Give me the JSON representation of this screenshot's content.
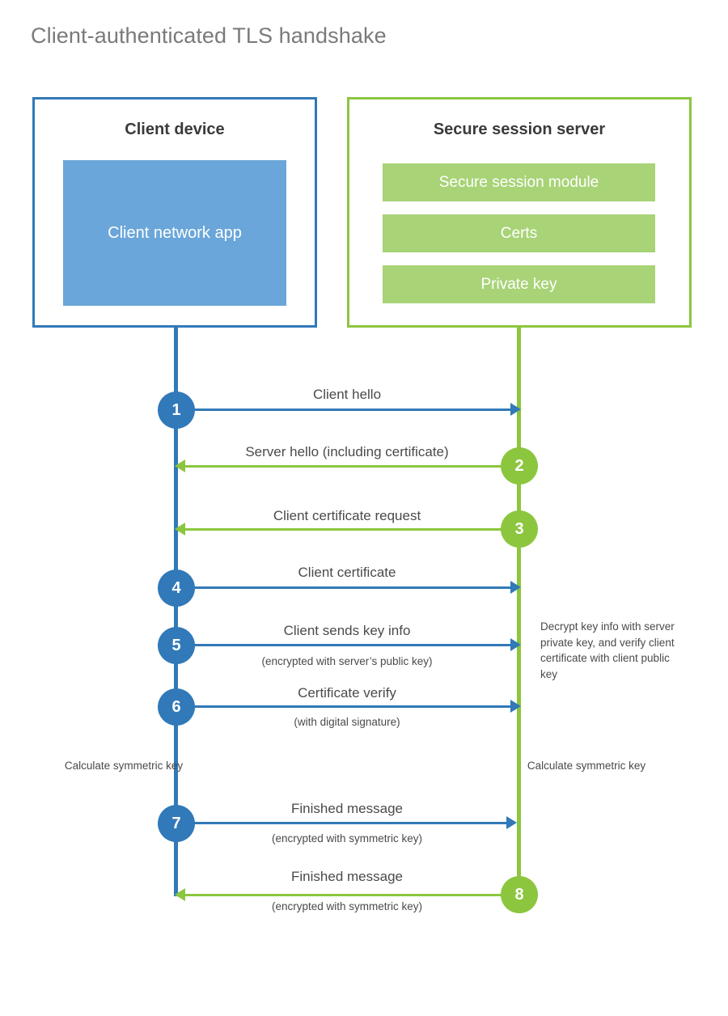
{
  "title": "Client-authenticated TLS handshake",
  "colors": {
    "client_blue": "#3179b8",
    "client_app_fill": "#6aa6d9",
    "server_green": "#8cc63e",
    "server_block_fill": "#a8d377",
    "title_gray": "#7a7a7a",
    "text_gray": "#4a4a4a"
  },
  "parties": {
    "client": {
      "title": "Client device",
      "app_label": "Client network app"
    },
    "server": {
      "title": "Secure session server",
      "blocks": [
        {
          "label": "Secure session module"
        },
        {
          "label": "Certs"
        },
        {
          "label": "Private key"
        }
      ]
    }
  },
  "steps": [
    {
      "number": "1",
      "label": "Client hello",
      "sublabel": "",
      "direction": "client-to-server",
      "color": "blue"
    },
    {
      "number": "2",
      "label": "Server hello (including certificate)",
      "sublabel": "",
      "direction": "server-to-client",
      "color": "green"
    },
    {
      "number": "3",
      "label": "Client certificate request",
      "sublabel": "",
      "direction": "server-to-client",
      "color": "green"
    },
    {
      "number": "4",
      "label": "Client certificate",
      "sublabel": "",
      "direction": "client-to-server",
      "color": "blue"
    },
    {
      "number": "5",
      "label": "Client sends key info",
      "sublabel": "(encrypted with server’s public key)",
      "direction": "client-to-server",
      "color": "blue"
    },
    {
      "number": "6",
      "label": "Certificate verify",
      "sublabel": "(with digital signature)",
      "direction": "client-to-server",
      "color": "blue"
    },
    {
      "number": "7",
      "label": "Finished message",
      "sublabel": "(encrypted with symmetric key)",
      "direction": "client-to-server",
      "color": "blue"
    },
    {
      "number": "8",
      "label": "Finished message",
      "sublabel": "(encrypted with symmetric key)",
      "direction": "server-to-client",
      "color": "green"
    }
  ],
  "annotations": {
    "server_decrypt": "Decrypt key info with server private key, and verify client certificate with client public key",
    "client_calc_key": "Calculate symmetric key",
    "server_calc_key": "Calculate symmetric key"
  }
}
